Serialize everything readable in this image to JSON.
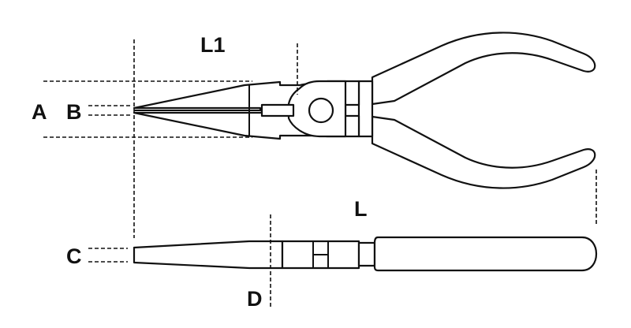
{
  "diagram": {
    "labels": {
      "A": "A",
      "B": "B",
      "L1": "L1",
      "L": "L",
      "C": "C",
      "D": "D"
    },
    "line_color": "#111111"
  }
}
